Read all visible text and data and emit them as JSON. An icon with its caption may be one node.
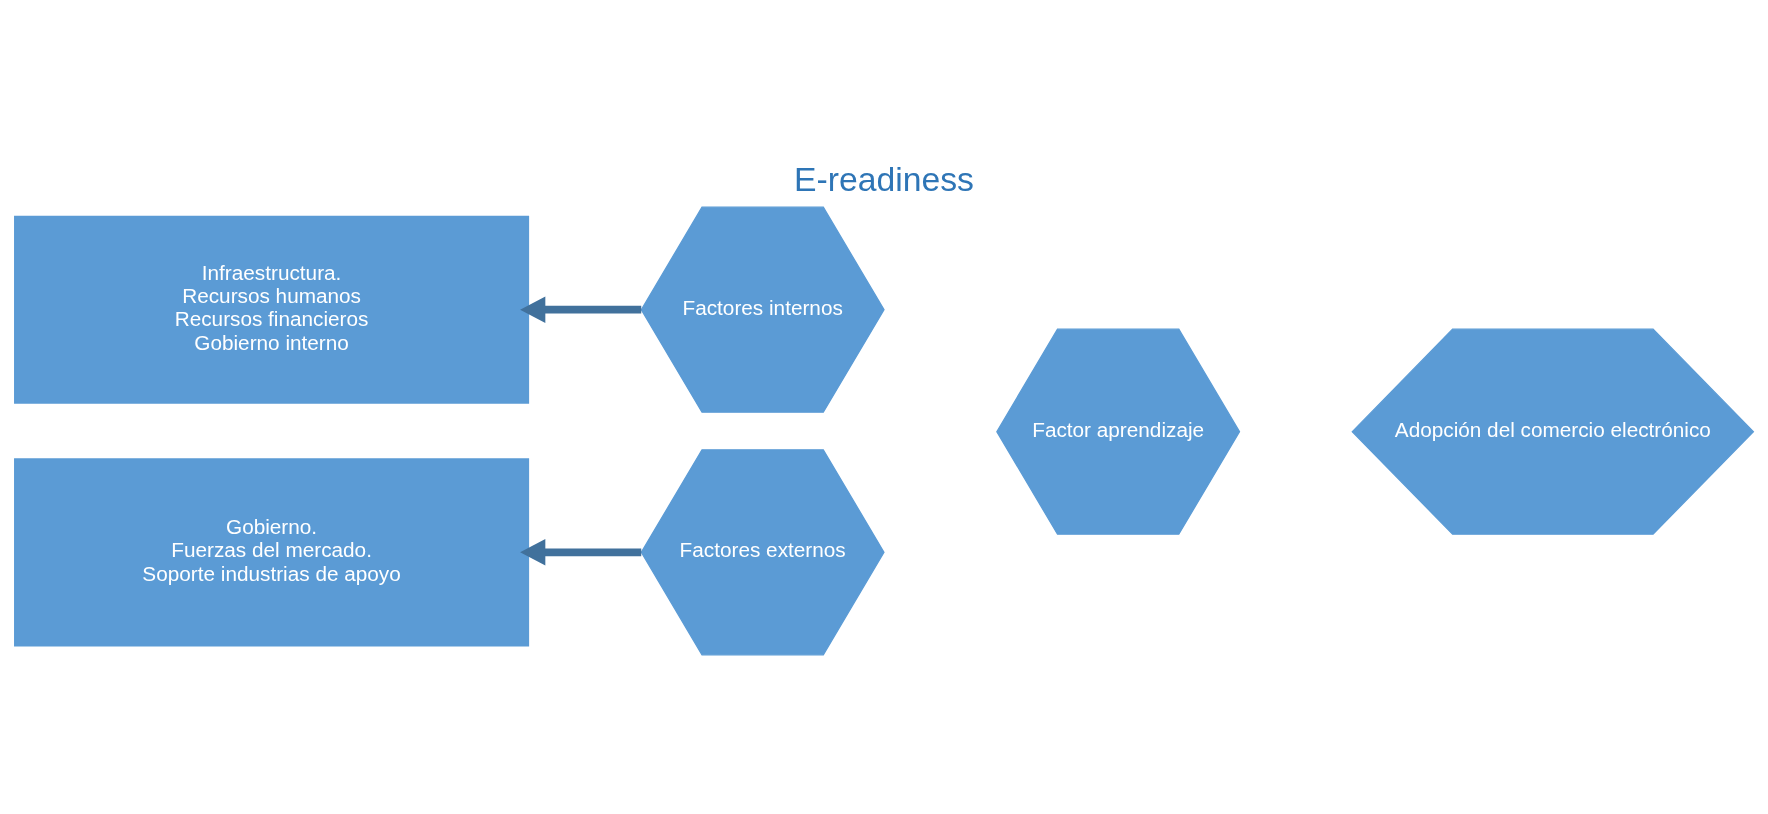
{
  "diagram": {
    "title": "E-readiness",
    "nodes": [
      {
        "text": [
          "Infraestructura.",
          "Recursos humanos",
          "Recursos financieros",
          "Gobierno interno"
        ]
      },
      {
        "text": [
          "Gobierno.",
          "Fuerzas del mercado.",
          "Soporte industrias de apoyo"
        ]
      },
      {
        "text": [
          "Factores internos"
        ]
      },
      {
        "text": [
          "Factores externos"
        ]
      },
      {
        "text": [
          "Factor aprendizaje"
        ]
      },
      {
        "text": [
          "Adopción del comercio electrónico"
        ]
      }
    ],
    "edges": [
      {
        "from": 2,
        "to": 0,
        "arrow": "to"
      },
      {
        "from": 3,
        "to": 1,
        "arrow": "to"
      }
    ]
  }
}
